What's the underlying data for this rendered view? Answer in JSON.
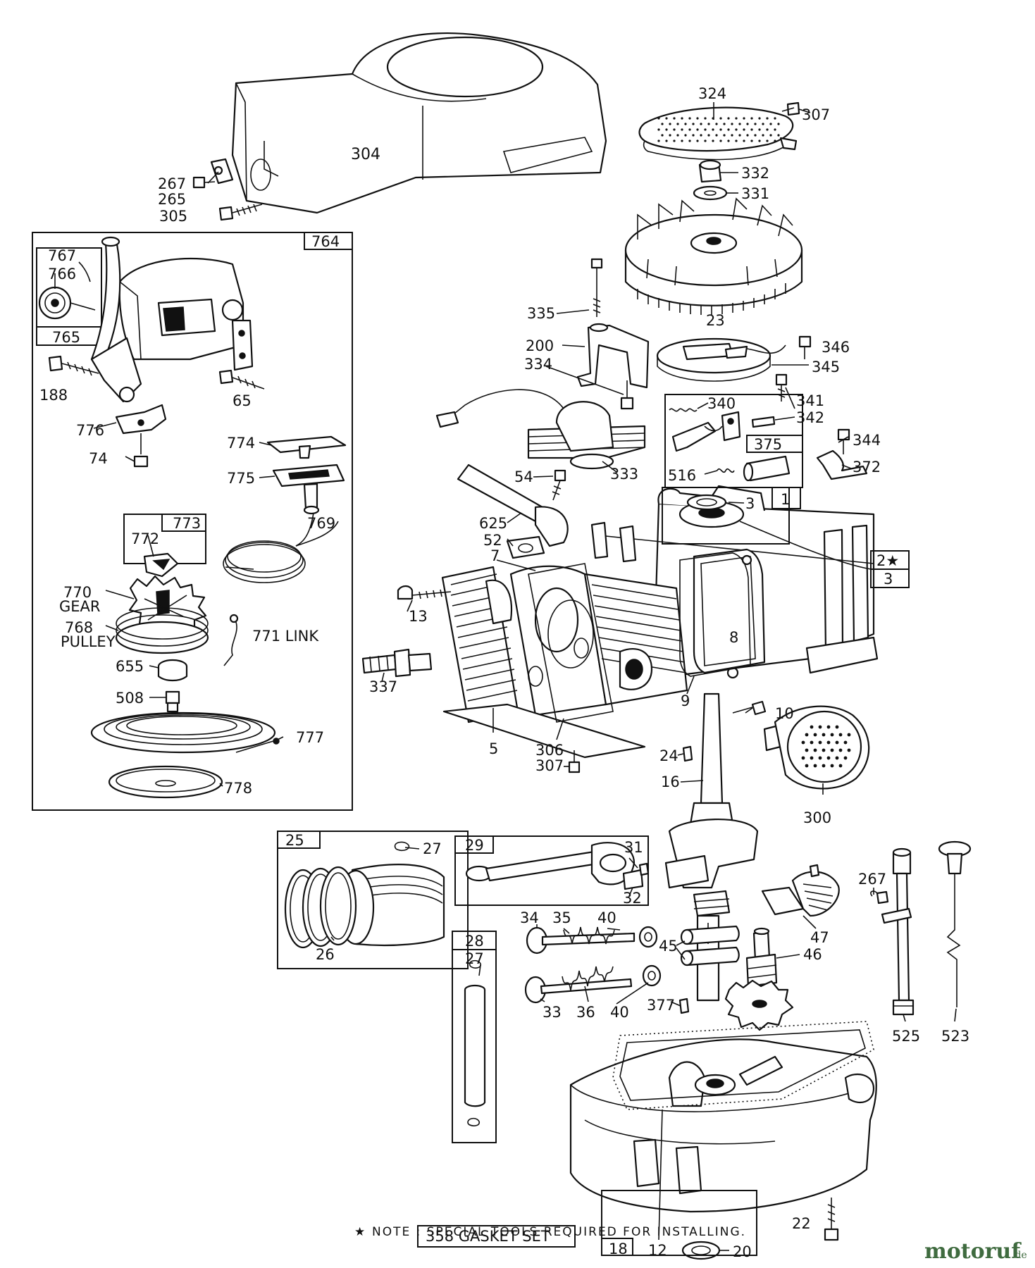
{
  "note": {
    "star": "★",
    "text": "NOTE : SPECIAL TOOLS REQUIRED FOR INSTALLING."
  },
  "watermark": {
    "name": "motoruf",
    "suffix": ".de",
    "color": "#3f6b3f"
  },
  "gasket_set": "358 GASKET SET",
  "labels": {
    "l304": "304",
    "l267a": "267",
    "l265": "265",
    "l305": "305",
    "l324": "324",
    "l307a": "307",
    "l332": "332",
    "l331": "331",
    "l23": "23",
    "l764": "764",
    "l767": "767",
    "l766": "766",
    "l765": "765",
    "l188": "188",
    "l65": "65",
    "l776": "776",
    "l74": "74",
    "l774": "774",
    "l775": "775",
    "l773": "773",
    "l772": "772",
    "l769": "769",
    "l770": "770",
    "l770b": "GEAR",
    "l768": "768",
    "l768b": "PULLEY",
    "l771": "771 LINK",
    "l655": "655",
    "l508": "508",
    "l777": "777",
    "l778": "778",
    "l335": "335",
    "l200": "200",
    "l334": "334",
    "l333": "333",
    "l54": "54",
    "l346": "346",
    "l345": "345",
    "l340": "340",
    "l341": "341",
    "l342": "342",
    "l375": "375",
    "l344": "344",
    "l372": "372",
    "l516": "516",
    "l625": "625",
    "l52": "52",
    "l7": "7",
    "l3a": "3",
    "l1": "1",
    "l2": "2★",
    "l3b": "3",
    "l13": "13",
    "l8": "8",
    "l337": "337",
    "l9": "9",
    "l10": "10",
    "l5": "5",
    "l306": "306",
    "l307b": "307",
    "l24": "24",
    "l16": "16",
    "l300": "300",
    "l25": "25",
    "l27a": "27",
    "l26": "26",
    "l29": "29",
    "l31": "31",
    "l32": "32",
    "l28": "28",
    "l27b": "27",
    "l34": "34",
    "l35": "35",
    "l40a": "40",
    "l45": "45",
    "l47": "47",
    "l46": "46",
    "l267b": "267",
    "l33": "33",
    "l36": "36",
    "l40b": "40",
    "l377": "377",
    "l525": "525",
    "l523": "523",
    "l22": "22",
    "l18": "18",
    "l12": "12",
    "l20": "20"
  }
}
